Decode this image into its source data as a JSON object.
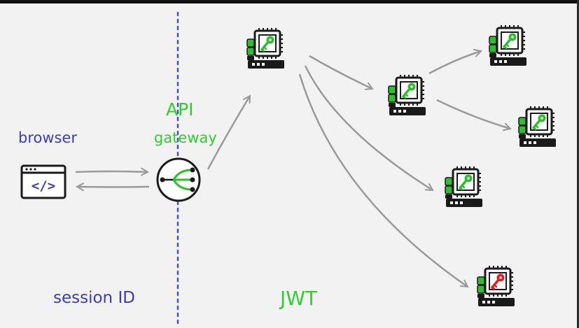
{
  "labels": {
    "browser": "browser",
    "api_line1": "API",
    "api_line2": "gateway",
    "session": "session ID",
    "jwt": "JWT",
    "code_glyph": "</>"
  },
  "colors": {
    "blue_text": "#3b3bc4",
    "green_text": "#2fcf2f",
    "divider": "#4a4adb",
    "arrow": "#9a9a9a",
    "key_valid": "#2dbf2d",
    "key_invalid": "#e02020"
  },
  "servers": [
    {
      "id": "server-1",
      "key": "valid"
    },
    {
      "id": "server-2",
      "key": "valid"
    },
    {
      "id": "server-3",
      "key": "valid"
    },
    {
      "id": "server-4",
      "key": "valid"
    },
    {
      "id": "server-5",
      "key": "valid"
    },
    {
      "id": "server-6",
      "key": "invalid"
    }
  ]
}
